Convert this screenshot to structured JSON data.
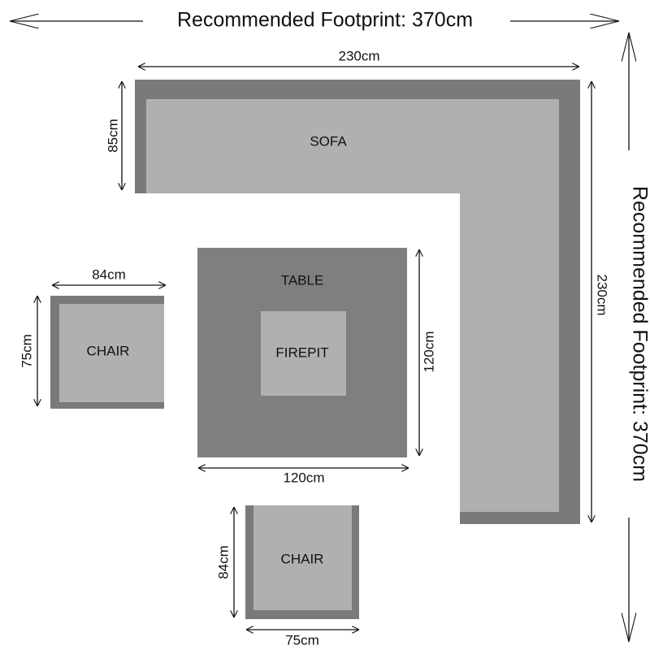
{
  "footprint": {
    "top_label": "Recommended Footprint: 370cm",
    "side_label": "Recommended Footprint: 370cm"
  },
  "sofa": {
    "label": "SOFA",
    "width_label": "230cm",
    "depth_label": "85cm",
    "length_label": "230cm"
  },
  "table": {
    "label": "TABLE",
    "firepit_label": "FIREPIT",
    "width_label": "120cm",
    "depth_label": "120cm"
  },
  "chair_left": {
    "label": "CHAIR",
    "width_label": "84cm",
    "depth_label": "75cm"
  },
  "chair_bottom": {
    "label": "CHAIR",
    "width_label": "75cm",
    "depth_label": "84cm"
  },
  "colors": {
    "frame": "#7a7a7a",
    "cushion": "#b0b0b0",
    "table": "#7f7f7f",
    "firepit": "#b0b0b0",
    "line": "#111111"
  }
}
